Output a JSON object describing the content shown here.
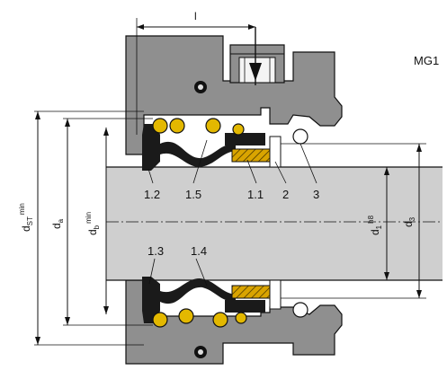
{
  "model": "MG1",
  "top_dimension": "l",
  "part_labels": {
    "p12": "1.2",
    "p15": "1.5",
    "p11": "1.1",
    "p2": "2",
    "p3": "3",
    "p13": "1.3",
    "p14": "1.4"
  },
  "dimensions": {
    "dst": {
      "base": "d",
      "sub": "ST",
      "sup": "min"
    },
    "da": {
      "base": "d",
      "sub": "a"
    },
    "db": {
      "base": "d",
      "sub": "b",
      "sup": "min"
    },
    "d1": {
      "base": "d",
      "sub": "1",
      "sup": "h8"
    },
    "d3": {
      "base": "d",
      "sub": "3"
    }
  },
  "colors": {
    "housing": "#8f8f8f",
    "shaft": "#cfcfcf",
    "elastomer": "#1a1a1a",
    "spring": "#e3b800",
    "face": "#d9a400",
    "line": "#111111"
  }
}
